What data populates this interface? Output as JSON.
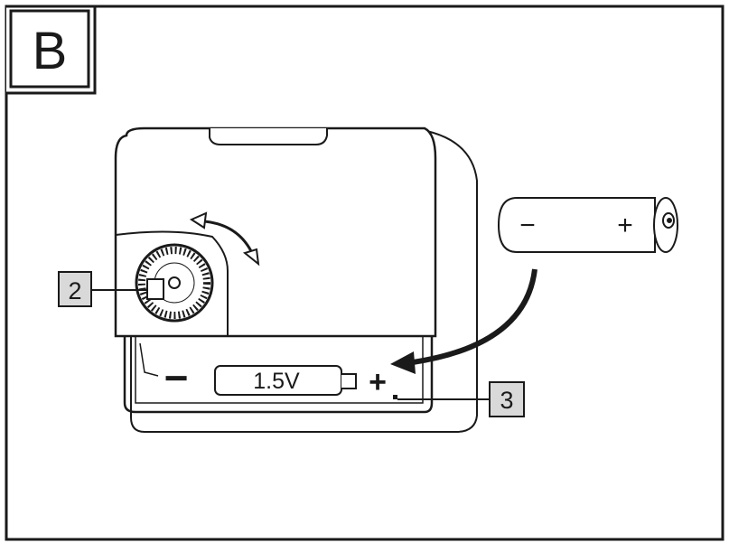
{
  "panel": {
    "letter": "B"
  },
  "device": {
    "battery_slot_label": "1.5V",
    "slot_minus": "−",
    "slot_plus": "+"
  },
  "battery": {
    "minus": "−",
    "plus": "+"
  },
  "callouts": [
    {
      "id": "2",
      "label": "2"
    },
    {
      "id": "3",
      "label": "3"
    }
  ],
  "colors": {
    "line": "#1a1a1a",
    "callout_fill": "#d9d9d9",
    "background": "#ffffff"
  }
}
